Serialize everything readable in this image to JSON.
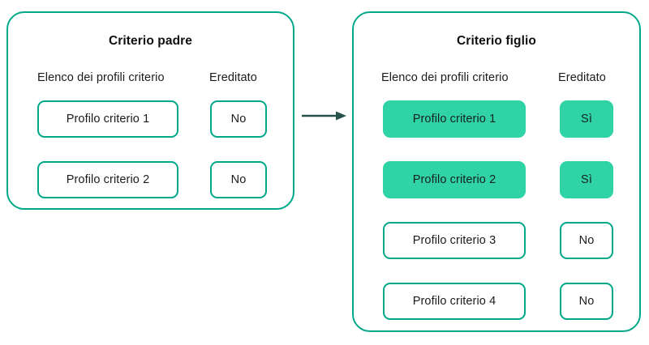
{
  "colors": {
    "panel_border": "#00a88a",
    "chip_border": "#00a88a",
    "chip_fill_inherited": "#2fd3a5",
    "text": "#1c1c1c",
    "title_text": "#101010",
    "arrow": "#26514d",
    "background": "#ffffff"
  },
  "arrow": {
    "name": "inheritance-arrow",
    "direction": "right",
    "from": "Criterio padre",
    "to": "Criterio figlio"
  },
  "panels": [
    {
      "id": "parent",
      "title": "Criterio padre",
      "columns": {
        "profiles": "Elenco dei profili criterio",
        "inherited": "Ereditato"
      },
      "rows": [
        {
          "profile": "Profilo criterio 1",
          "inherited": "No",
          "highlighted": false
        },
        {
          "profile": "Profilo criterio 2",
          "inherited": "No",
          "highlighted": false
        }
      ]
    },
    {
      "id": "child",
      "title": "Criterio figlio",
      "columns": {
        "profiles": "Elenco dei profili criterio",
        "inherited": "Ereditato"
      },
      "rows": [
        {
          "profile": "Profilo criterio 1",
          "inherited": "Sì",
          "highlighted": true
        },
        {
          "profile": "Profilo criterio 2",
          "inherited": "Sì",
          "highlighted": true
        },
        {
          "profile": "Profilo criterio 3",
          "inherited": "No",
          "highlighted": false
        },
        {
          "profile": "Profilo criterio 4",
          "inherited": "No",
          "highlighted": false
        }
      ]
    }
  ]
}
